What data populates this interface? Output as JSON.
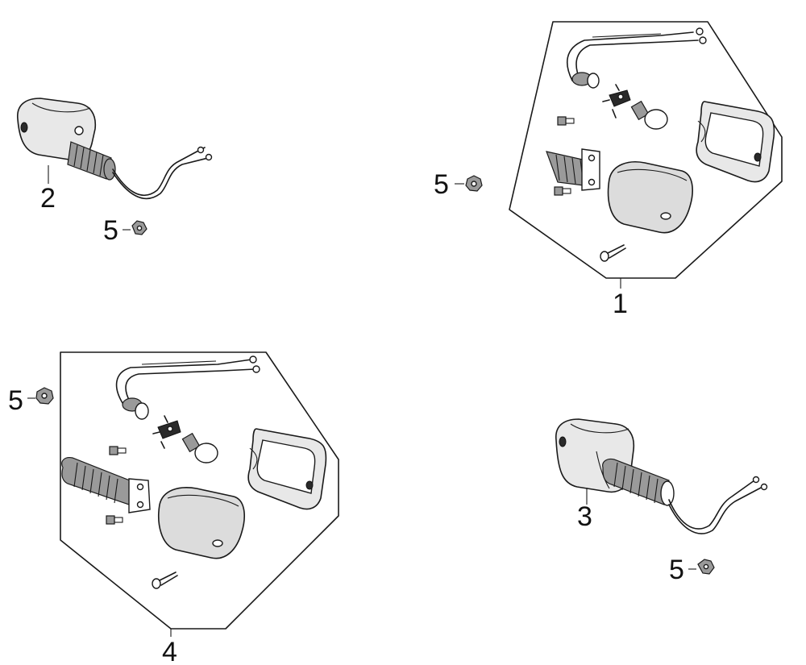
{
  "diagram": {
    "callouts": {
      "part_1": "1",
      "part_2": "2",
      "part_3": "3",
      "part_4": "4",
      "part_5_a": "5",
      "part_5_b": "5",
      "part_5_c": "5",
      "part_5_d": "5"
    },
    "icons": [
      "turn-signal-lamp-icon",
      "exploded-lamp-kit-icon",
      "bulb-icon",
      "bulb-socket-icon",
      "lens-icon",
      "gasket-frame-icon",
      "screw-icon",
      "nut-icon",
      "wire-harness-icon"
    ]
  }
}
